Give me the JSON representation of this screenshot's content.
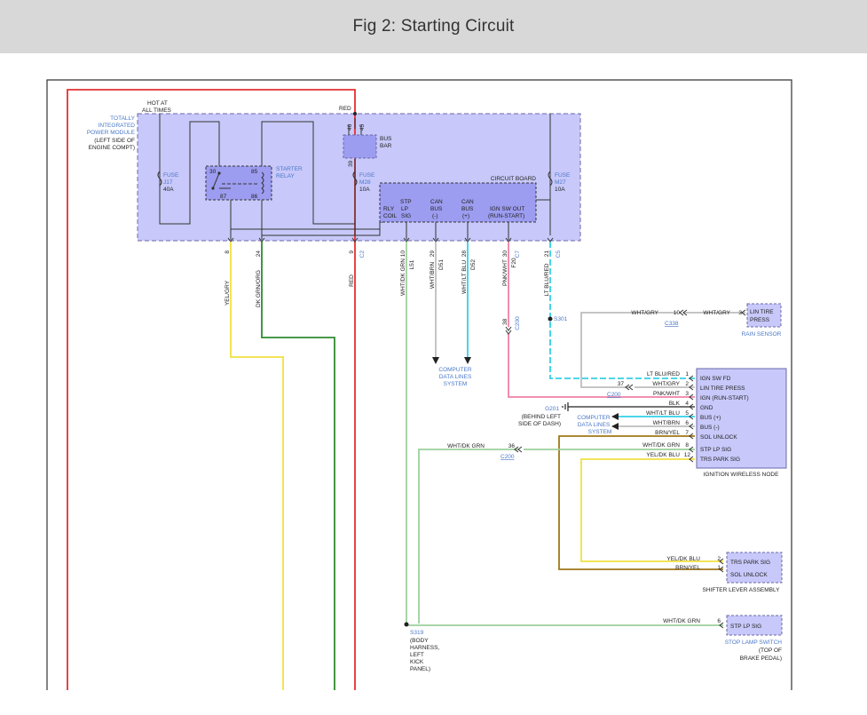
{
  "title": "Fig 2: Starting Circuit",
  "colors": {
    "module_fill": "#c8c8fa",
    "module_border": "#6a6aa8",
    "label_blue": "#4a78c8",
    "red_wire": "#e53030",
    "yellow_wire": "#f0e040",
    "green_wire": "#2e8b2e",
    "lt_green_wire": "#9ccf9c",
    "cyan_wire": "#33d0e8",
    "pink_wire": "#f080a8",
    "gray_wire": "#bdbdbd",
    "brown_wire": "#a07818",
    "black_wire": "#222222"
  },
  "labels": {
    "hot_at_all_times": [
      "HOT AT",
      "ALL TIMES"
    ],
    "red_top": "RED",
    "tipm": [
      "TOTALLY",
      "INTEGRATED",
      "POWER MODULE"
    ],
    "tipm_loc": [
      "(LEFT SIDE OF",
      "ENGINE COMPT)"
    ],
    "bus_bar": [
      "BUS",
      "BAR"
    ],
    "fuse_j17": [
      "FUSE",
      "J17",
      "40A"
    ],
    "starter_relay": [
      "STARTER",
      "RELAY"
    ],
    "relay_pins": [
      "30",
      "85",
      "87",
      "86"
    ],
    "fuse_m28": [
      "FUSE",
      "M28",
      "10A"
    ],
    "fuse_m27": [
      "FUSE",
      "M27",
      "10A"
    ],
    "circuit_board": "CIRCUIT BOARD",
    "cb_rly_coil": [
      "RLY",
      "COIL"
    ],
    "cb_stp_lp_sig": [
      "STP",
      "LP",
      "SIG"
    ],
    "cb_can_bus_neg": [
      "CAN",
      "BUS",
      "(-)"
    ],
    "cb_can_bus_pos": [
      "CAN",
      "BUS",
      "(+)"
    ],
    "cb_ign_sw_out": [
      "IGN SW OUT",
      "(RUN-START)"
    ],
    "pin_46": "46",
    "pin_45": "45",
    "pin_39": "39",
    "cav_8": "8",
    "cav_24": "24",
    "cav_9": "9",
    "cav_c2": "C2",
    "cav_10": "10",
    "cav_29": "29",
    "cav_28": "28",
    "cav_30": "30",
    "cav_21": "21",
    "cav_c7": "C7",
    "cav_c5": "C5",
    "wire_yel_gry": "YEL/GRY",
    "wire_dk_grn_org": "DK GRN/ORG",
    "wire_red": "RED",
    "wire_wht_dk_grn": "WHT/DK GRN",
    "wire_l51": "L51",
    "wire_wht_brn": "WHT/BRN",
    "wire_d51": "D51",
    "wire_wht_lt_blu": "WHT/LT BLU",
    "wire_d52": "D52",
    "wire_pnk_wht": "PNK/WHT",
    "wire_f20": "F20",
    "wire_lt_blu_red": "LT BLU/RED",
    "s301": "S301",
    "c200": "C200",
    "pin_38": "38",
    "computer_data_lines": [
      "COMPUTER",
      "DATA LINES",
      "SYSTEM"
    ],
    "computer_data_lines_2": [
      "COMPUTER",
      "DATA LINES",
      "SYSTEM"
    ],
    "g201": "G201",
    "g201_loc": [
      "(BEHIND LEFT",
      "SIDE OF DASH)"
    ],
    "wht_gry_1": "WHT/GRY",
    "wht_gry_2": "WHT/GRY",
    "pin_10": "10",
    "pin_3_tire": "3",
    "c338": "C338",
    "lin_tire_press": [
      "LIN TIRE",
      "PRESS"
    ],
    "rain_sensor": "RAIN SENSOR",
    "ign_wireless_node": "IGNITION WIRELESS NODE",
    "node_rows": [
      {
        "wire": "LT BLU/RED",
        "pin": "1",
        "func": "IGN SW FD"
      },
      {
        "wire": "WHT/GRY",
        "pin": "2",
        "func": "LIN TIRE PRESS"
      },
      {
        "wire": "PNK/WHT",
        "pin": "3",
        "func": "IGN (RUN-START)"
      },
      {
        "wire": "BLK",
        "pin": "4",
        "func": "GND"
      },
      {
        "wire": "WHT/LT BLU",
        "pin": "5",
        "func": "BUS (+)"
      },
      {
        "wire": "WHT/BRN",
        "pin": "6",
        "func": "BUS (-)"
      },
      {
        "wire": "BRN/YEL",
        "pin": "7",
        "func": "SOL UNLOCK"
      },
      {
        "wire": "WHT/DK GRN",
        "pin": "8",
        "func": "STP LP SIG"
      },
      {
        "wire": "YEL/DK BLU",
        "pin": "12",
        "func": "TRS PARK SIG"
      }
    ],
    "pin_37": "37",
    "c200_b": "C200",
    "wht_dk_grn_36": "WHT/DK GRN",
    "pin_36": "36",
    "c200_c": "C200",
    "shifter_rows": [
      {
        "wire": "YEL/DK BLU",
        "pin": "2",
        "func": "TRS PARK SIG"
      },
      {
        "wire": "BRN/YEL",
        "pin": "1",
        "func": "SOL UNLOCK"
      }
    ],
    "shifter_lever": "SHIFTER LEVER ASSEMBLY",
    "stop_row": {
      "wire": "WHT/DK GRN",
      "pin": "6",
      "func": "STP LP SIG"
    },
    "stop_lamp_switch": "STOP LAMP SWITCH",
    "stop_lamp_loc": [
      "(TOP OF",
      "BRAKE PEDAL)"
    ],
    "s319": "S319",
    "s319_loc": [
      "(BODY",
      "HARNESS,",
      "LEFT",
      "KICK",
      "PANEL)"
    ]
  }
}
